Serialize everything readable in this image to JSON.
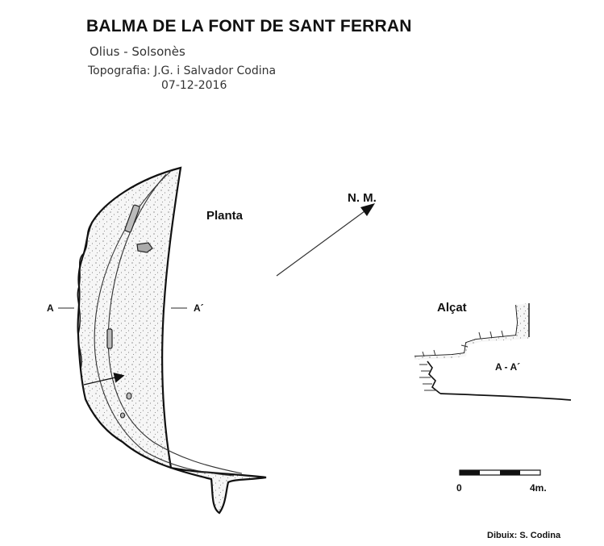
{
  "header": {
    "title": "BALMA DE LA FONT DE SANT FERRAN",
    "location": "Olius - Solsonès",
    "survey": "Topografia: J.G. i Salvador Codina",
    "date": "07-12-2016"
  },
  "plan": {
    "label": "Planta",
    "section_left": "A",
    "section_right": "A´"
  },
  "north": {
    "label": "N. M."
  },
  "elevation": {
    "label": "Alçat",
    "section_label": "A - A´"
  },
  "scale": {
    "start": "0",
    "end": "4m."
  },
  "credit": "Dibuix: S. Codina",
  "colors": {
    "ink": "#111111",
    "fill": "#f4f4f4"
  }
}
